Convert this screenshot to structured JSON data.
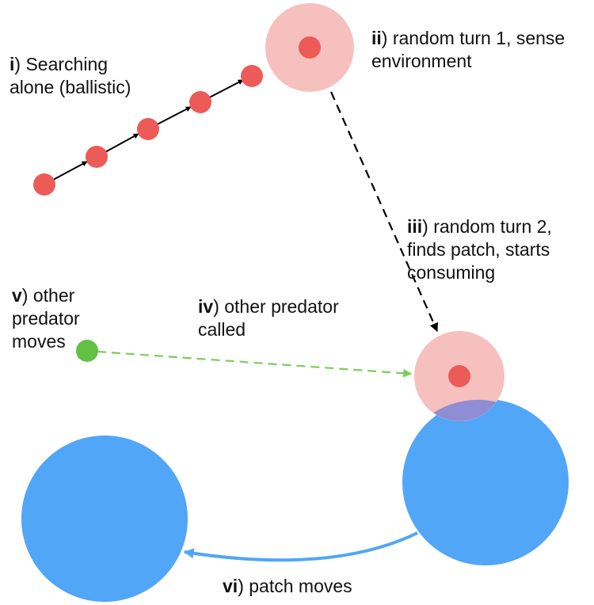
{
  "colors": {
    "predator": "#ec5b57",
    "sensing_halo": "#f5c0bd",
    "other_predator": "#62c044",
    "other_predator_path": "#7ccc58",
    "patch": "#51a6f7",
    "overlap": "#8f8dd4",
    "arrow": "#000000",
    "text": "#111111"
  },
  "labels": {
    "i": {
      "numeral": "i",
      "lines": [
        "Searching",
        "alone (ballistic)"
      ]
    },
    "ii": {
      "numeral": "ii",
      "lines": [
        "random turn 1, sense",
        "environment"
      ]
    },
    "iii": {
      "numeral": "iii",
      "lines": [
        "random turn 2,",
        "finds patch, starts",
        "consuming"
      ]
    },
    "iv": {
      "numeral": "iv",
      "lines": [
        "other predator",
        "called"
      ]
    },
    "v": {
      "numeral": "v",
      "lines": [
        "other",
        "predator",
        "moves"
      ]
    },
    "vi": {
      "numeral": "vi",
      "lines": [
        "patch moves"
      ]
    }
  },
  "icons": {
    "predator": "filled-circle",
    "sensing_range": "translucent-disc",
    "patch": "blue-disc",
    "path": "arrow"
  }
}
